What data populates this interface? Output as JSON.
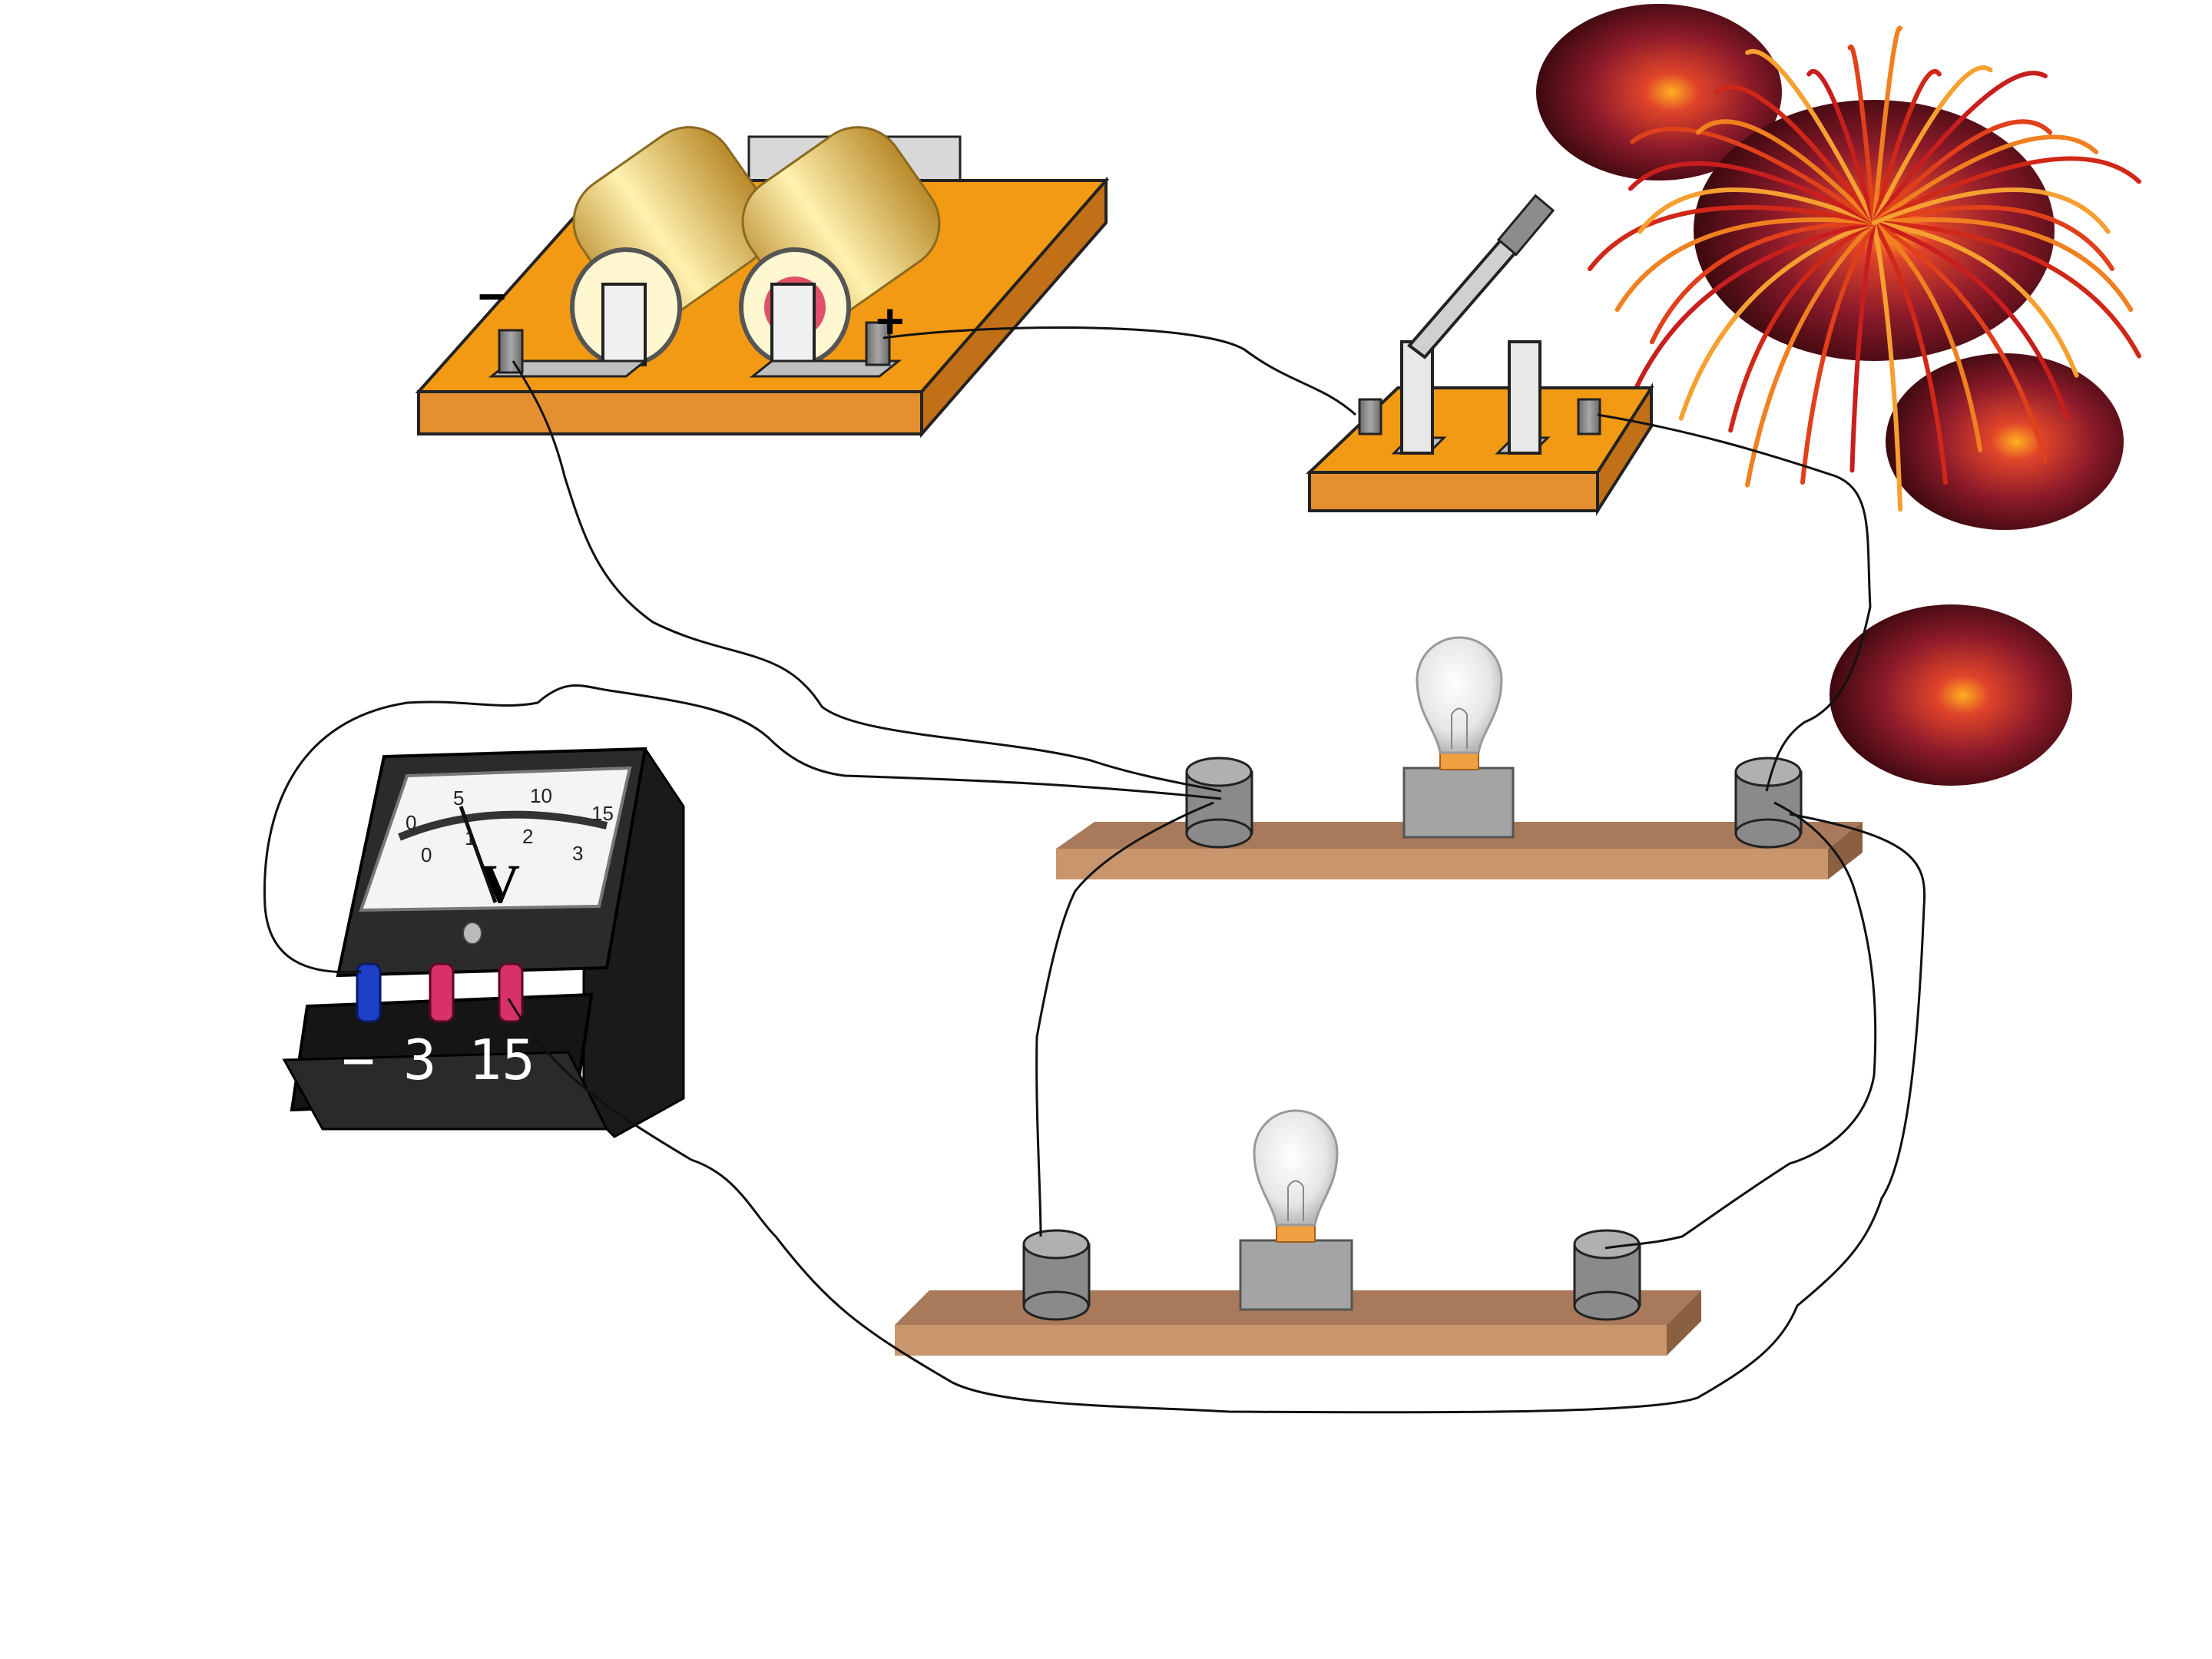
{
  "battery": {
    "neg_mark": "−",
    "pos_mark": "+"
  },
  "voltmeter": {
    "symbol": "V",
    "scale_outer": [
      "0",
      "5",
      "10",
      "15"
    ],
    "scale_inner": [
      "0",
      "1",
      "2",
      "3"
    ],
    "terminals": [
      "−",
      "3",
      "15"
    ]
  },
  "colors": {
    "board_orange": "#f39a14",
    "wood_bar": "#a8795a",
    "terminal_gray": "#8a8a8a",
    "meter_body": "#2b2b2b",
    "firework_red": "#8b1a2a"
  }
}
